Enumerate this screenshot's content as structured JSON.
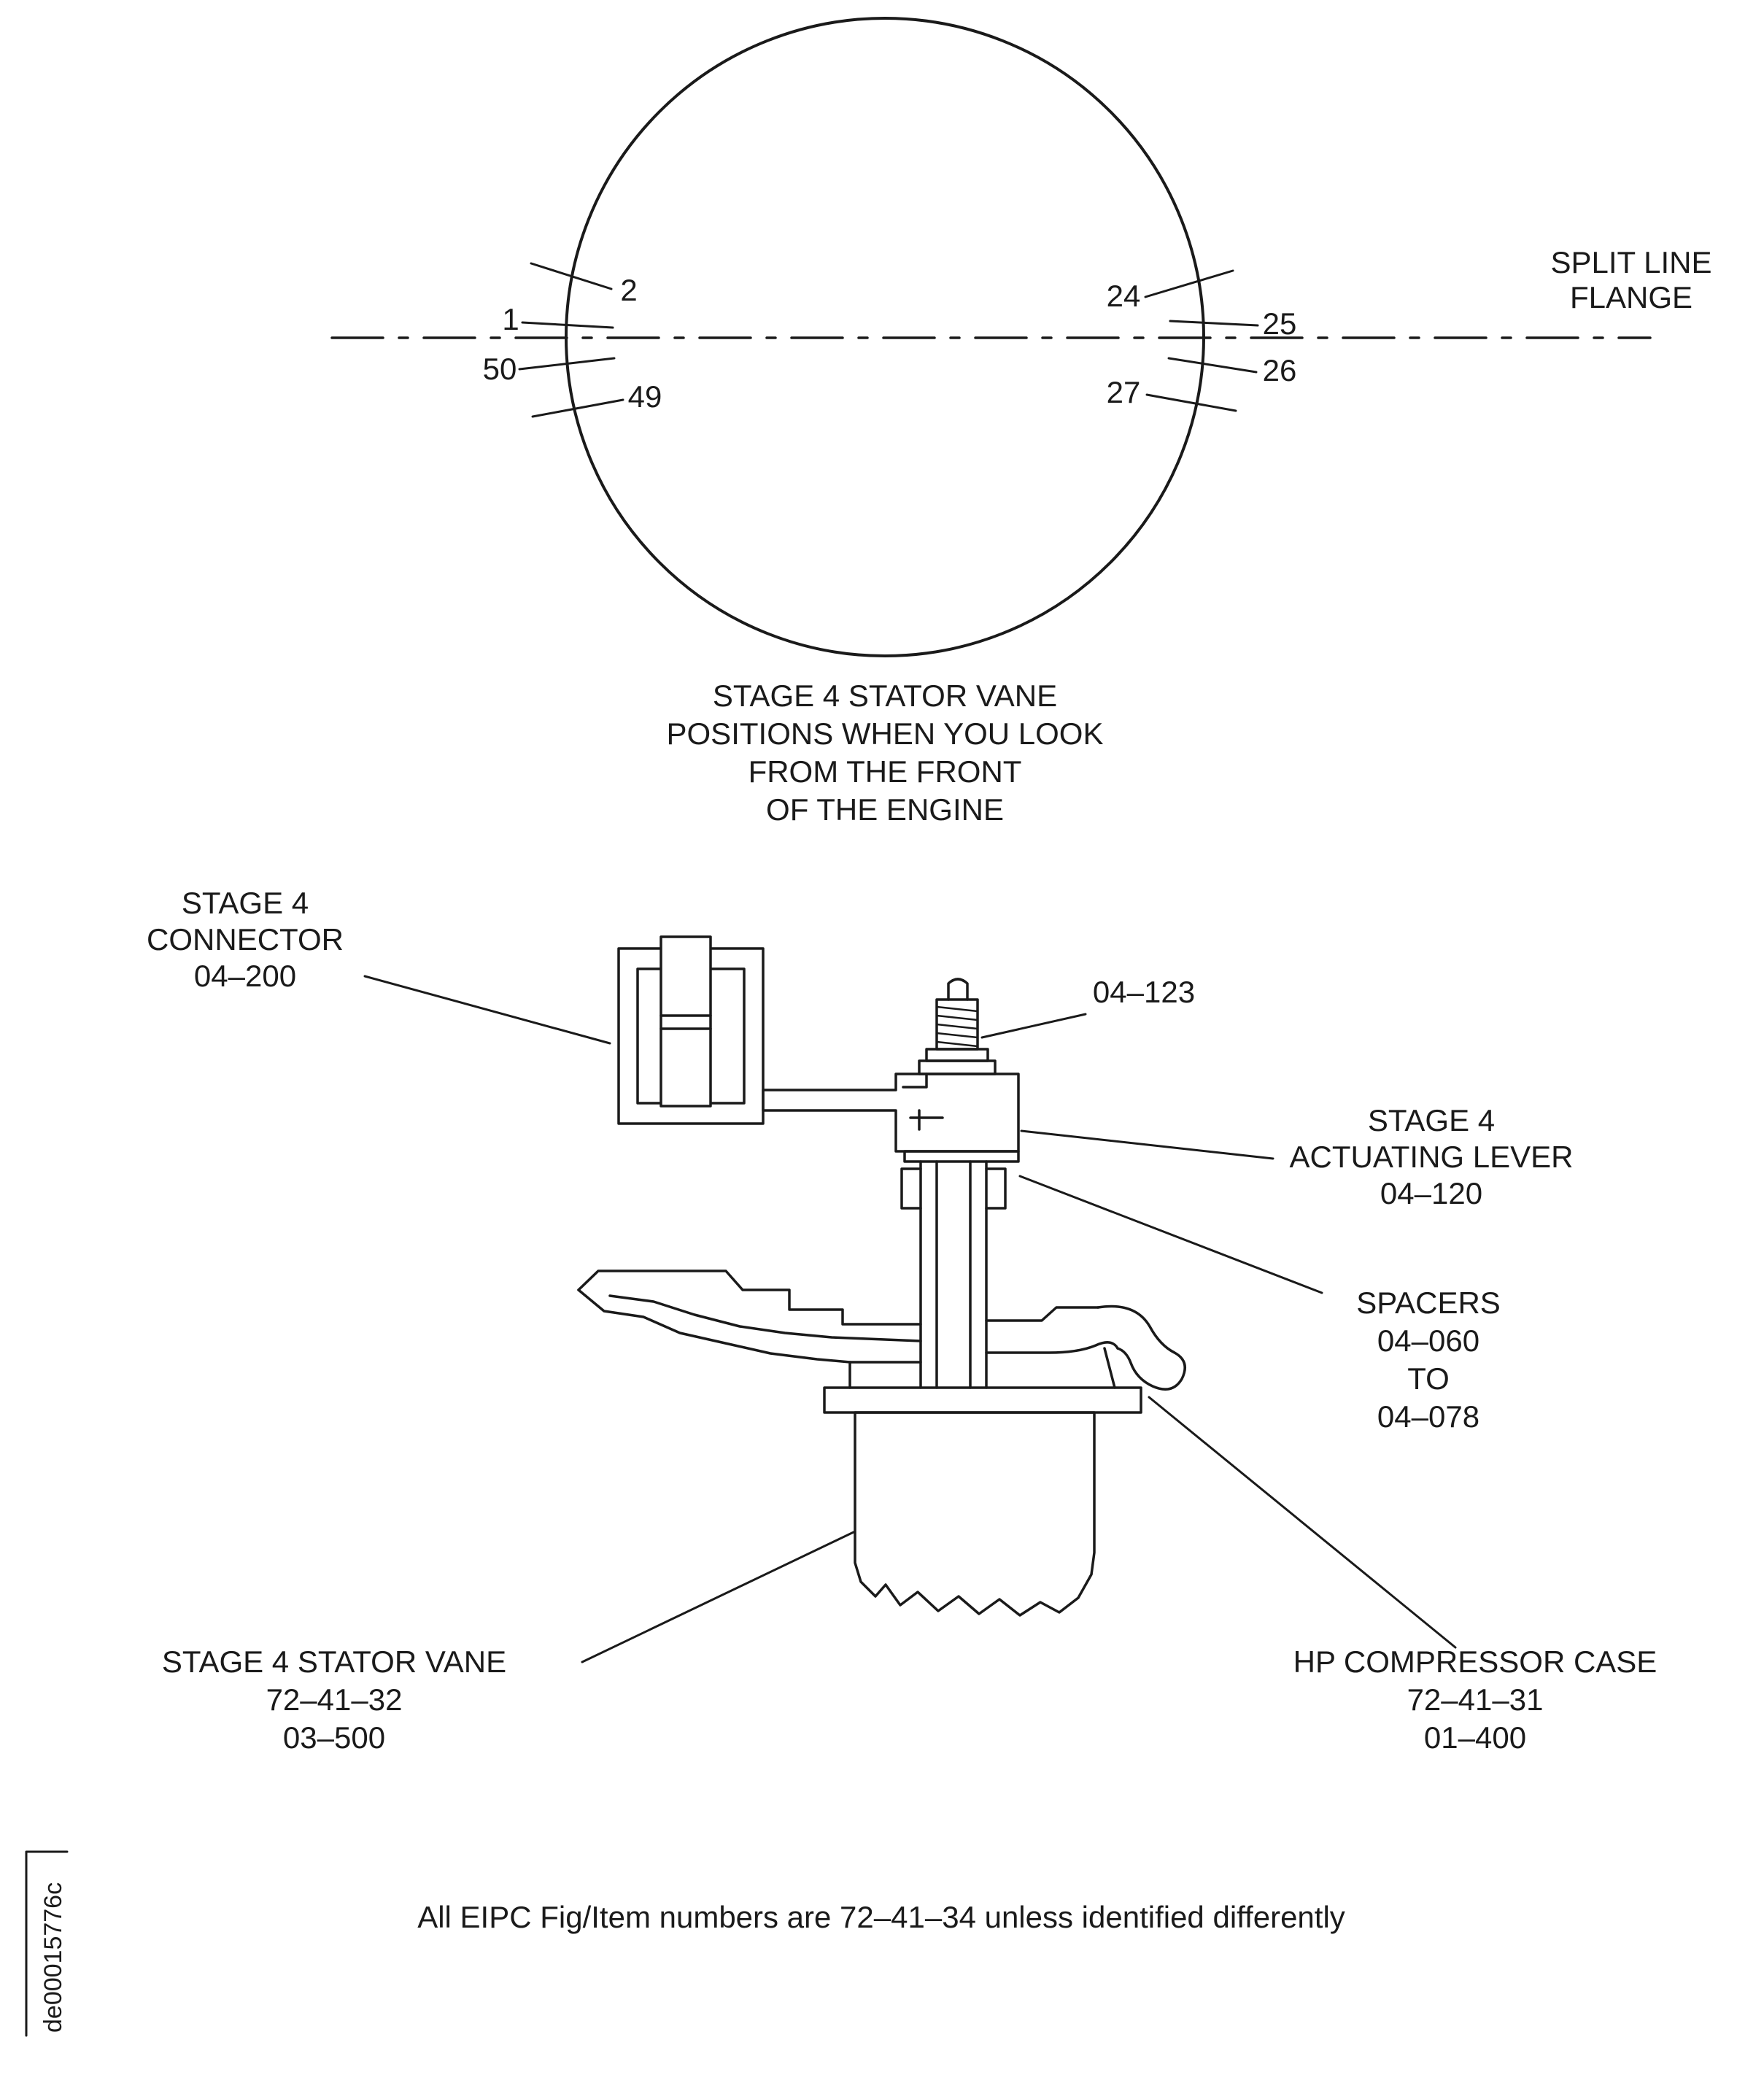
{
  "colors": {
    "ink": "#1a1a1a",
    "paper": "#ffffff"
  },
  "top_view": {
    "split_line_label": {
      "line1": "SPLIT LINE",
      "line2": "FLANGE"
    },
    "positions_left": [
      "2",
      "1",
      "50",
      "49"
    ],
    "positions_right": [
      "24",
      "25",
      "26",
      "27"
    ],
    "caption": [
      "STAGE 4 STATOR VANE",
      "POSITIONS WHEN YOU LOOK",
      "FROM THE FRONT",
      "OF THE ENGINE"
    ]
  },
  "section_view": {
    "connector_label": [
      "STAGE 4",
      "CONNECTOR",
      "04–200"
    ],
    "nut_label": "04–123",
    "lever_label": [
      "STAGE 4",
      "ACTUATING LEVER",
      "04–120"
    ],
    "spacers_label": [
      "SPACERS",
      "04–060",
      "TO",
      "04–078"
    ],
    "vane_label": [
      "STAGE 4 STATOR VANE",
      "72–41–32",
      "03–500"
    ],
    "case_label": [
      "HP COMPRESSOR CASE",
      "72–41–31",
      "01–400"
    ]
  },
  "footnote": "All EIPC Fig/Item numbers are 72–41–34 unless identified differently",
  "doc_code": "de00015776c"
}
